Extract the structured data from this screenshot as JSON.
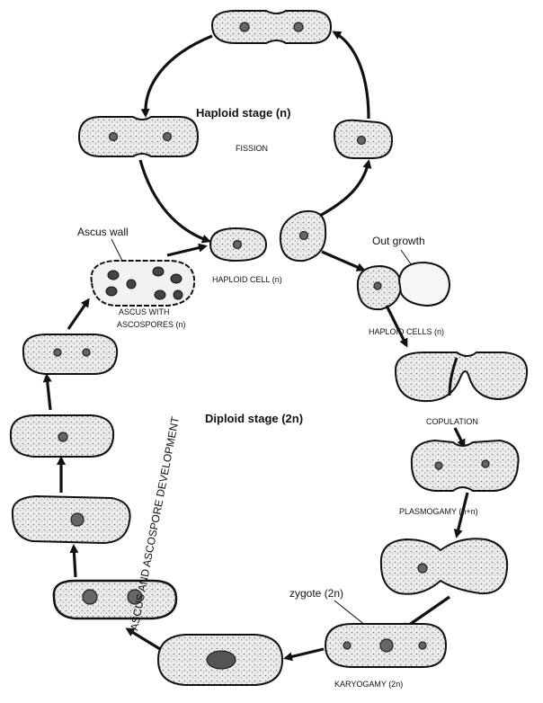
{
  "labels": {
    "haploid_stage": "Haploid stage (n)",
    "fission": "FISSION",
    "ascus_wall": "Ascus wall",
    "haploid_cell": "HAPLOID CELL (n)",
    "ascus_with": "ASCUS WITH",
    "ascospores": "ASCOSPORES (n)",
    "outgrowth": "Out growth",
    "haploid_cells": "HAPLOID CELLS (n)",
    "diploid_stage": "Diploid stage (2n)",
    "copulation": "COPULATION",
    "plasmogamy": "PLASMOGAMY (n+n)",
    "ascus_development": "ASCUS AND ASCOSPORE DEVELOPMENT",
    "zygote": "zygote (2n)",
    "karyogamy": "KARYOGAMY (2n)"
  },
  "colors": {
    "ink": "#111111",
    "cell_fill": "#e9e9e9",
    "nucleus": "#666666"
  }
}
